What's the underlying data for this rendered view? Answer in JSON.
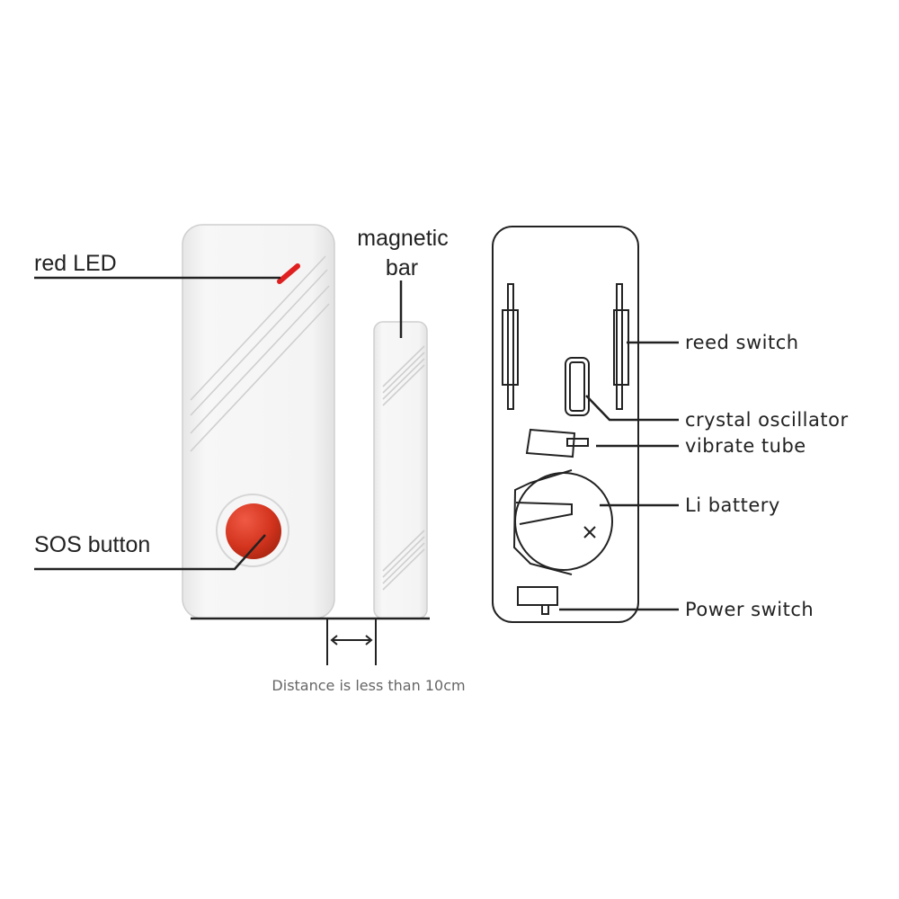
{
  "left_labels": {
    "red_led": "red LED",
    "sos_button": "SOS button",
    "magnetic_bar_line1": "magnetic",
    "magnetic_bar_line2": "bar"
  },
  "caption": "Distance is less than 10cm",
  "right_labels": {
    "reed_switch": "reed switch",
    "crystal_oscillator": "crystal oscillator",
    "vibrate_tube": "vibrate tube",
    "li_battery": "Li battery",
    "power_switch": "Power switch"
  },
  "colors": {
    "led": "#e02020",
    "sos": "#d8341f",
    "body": "#f2f2f2"
  }
}
